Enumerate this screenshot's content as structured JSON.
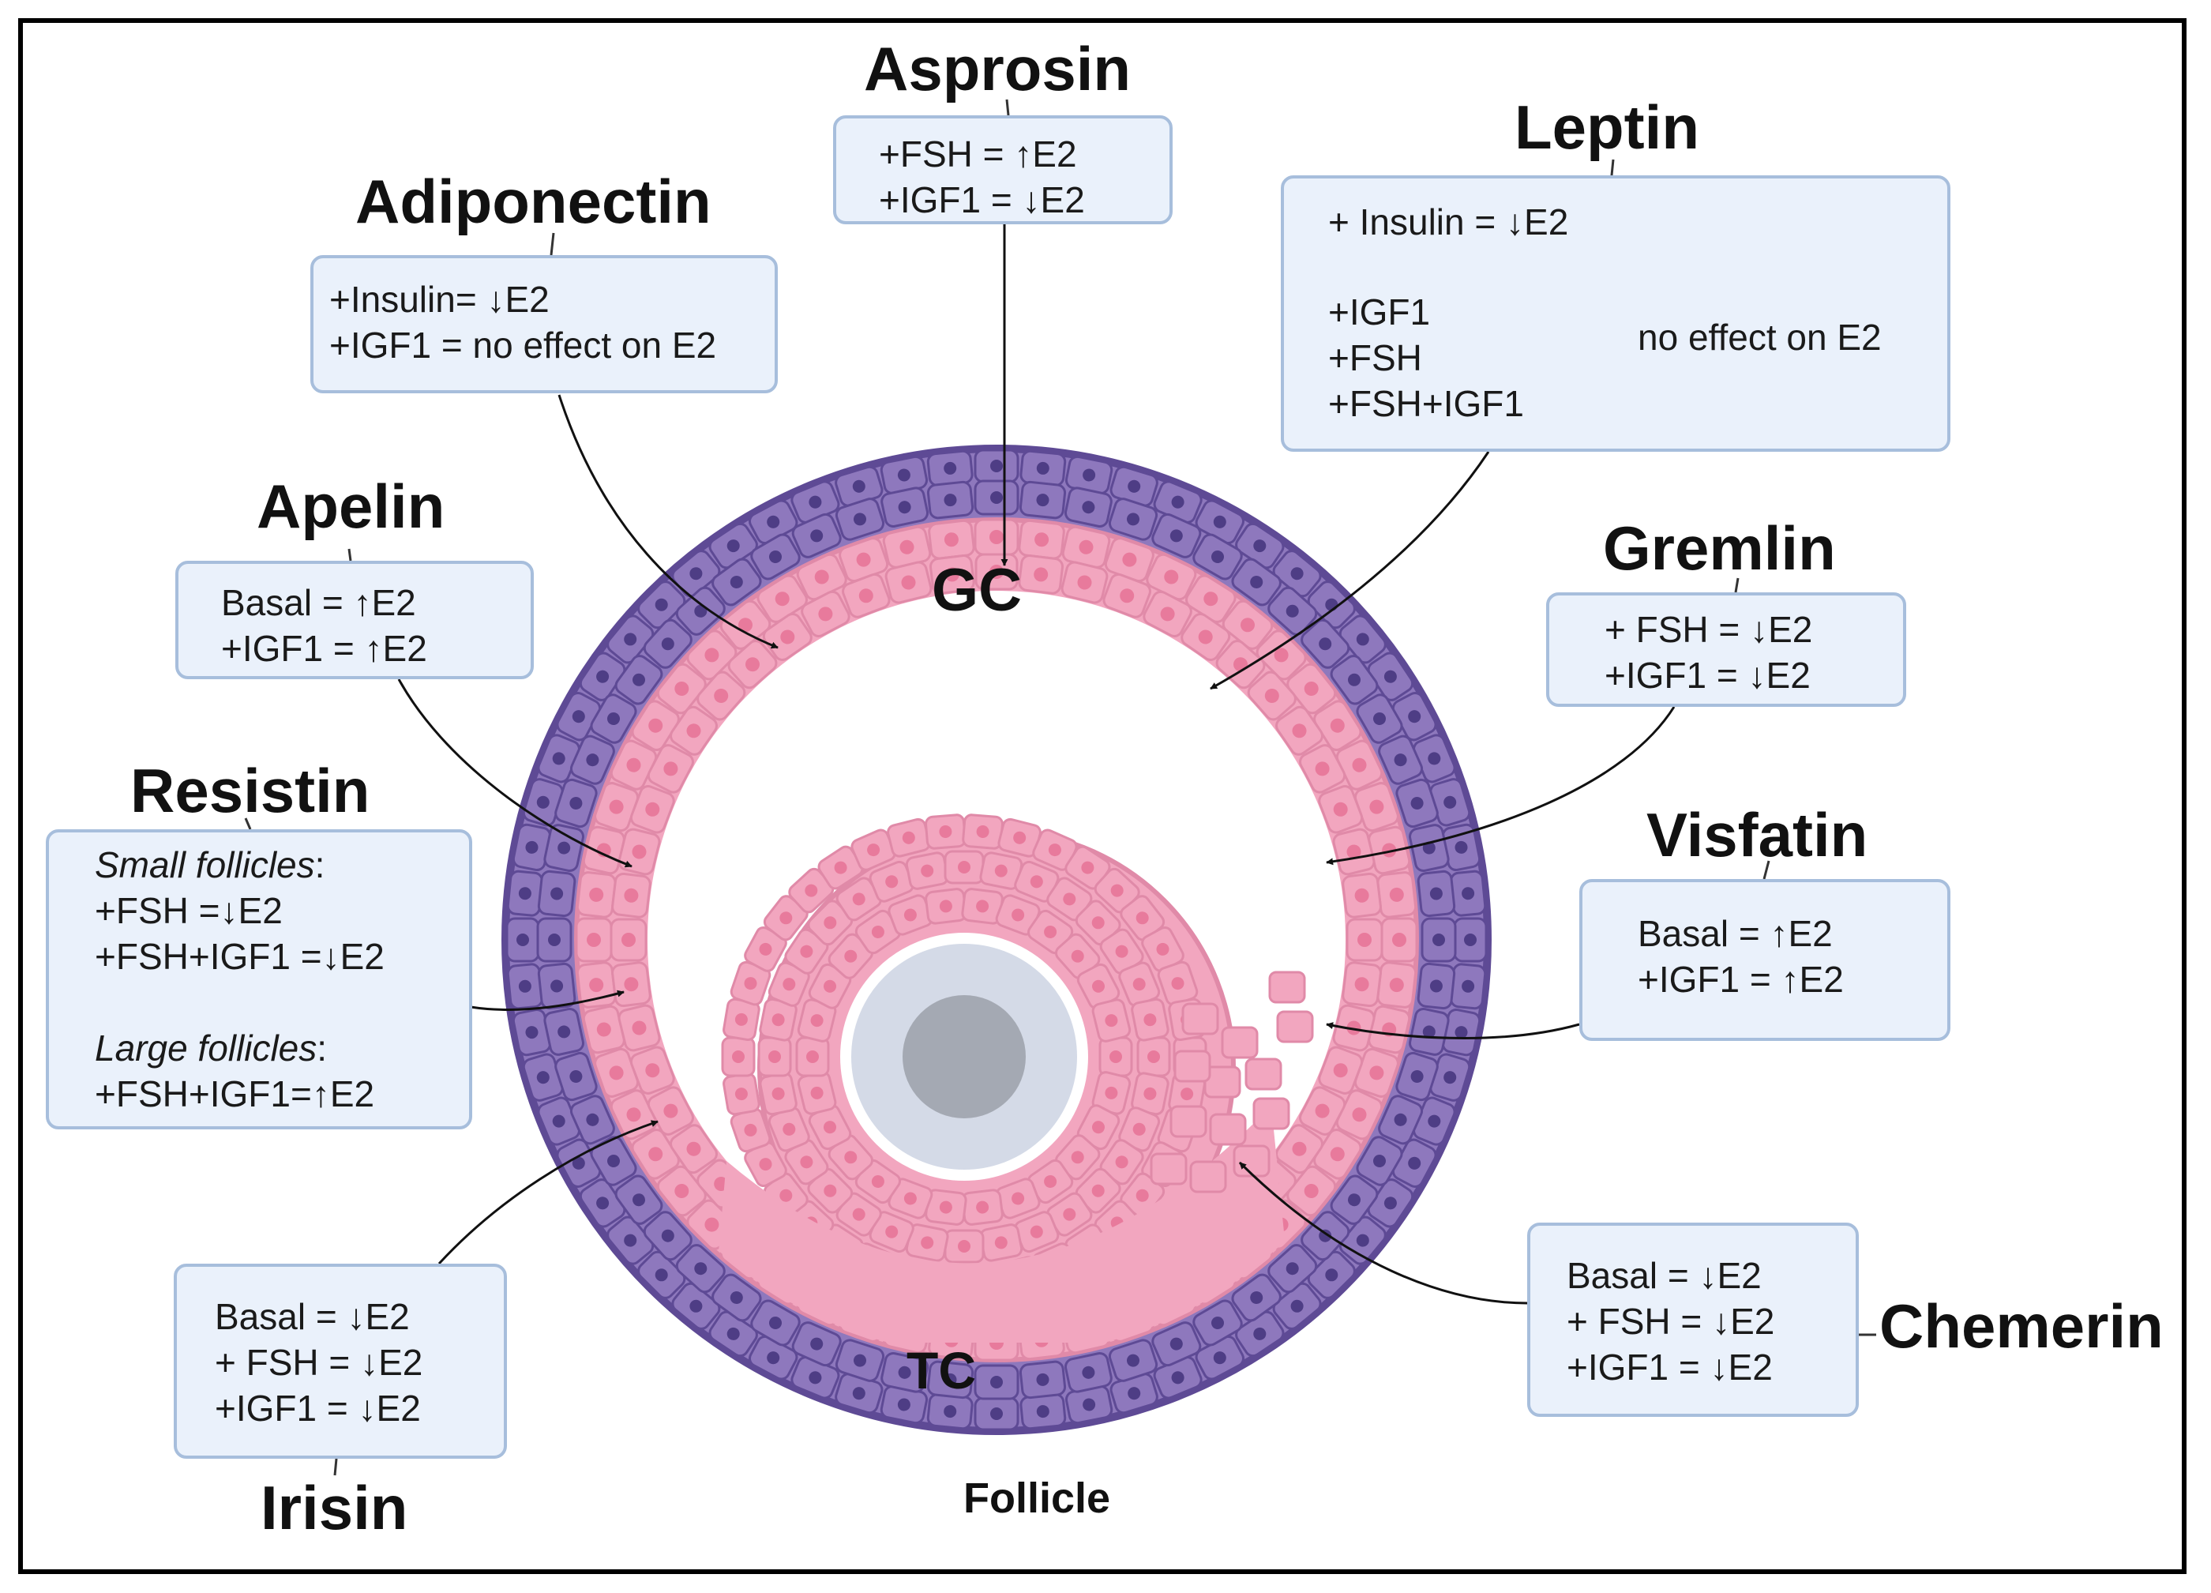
{
  "hormones": {
    "asprosin": {
      "title": "Asprosin",
      "lines": [
        "+FSH  = ↑E2",
        "+IGF1 = ↓E2"
      ]
    },
    "adiponectin": {
      "title": "Adiponectin",
      "lines": [
        "+Insulin= ↓E2",
        "+IGF1 = no effect on E2"
      ]
    },
    "leptin": {
      "title": "Leptin",
      "line1": "+ Insulin = ↓E2",
      "grouped": [
        "+IGF1",
        "+FSH",
        "+FSH+IGF1"
      ],
      "group_label": "no effect on E2"
    },
    "apelin": {
      "title": "Apelin",
      "lines": [
        "Basal  = ↑E2",
        "+IGF1 = ↑E2"
      ]
    },
    "gremlin": {
      "title": "Gremlin",
      "lines": [
        "+ FSH = ↓E2",
        "+IGF1 = ↓E2"
      ]
    },
    "resistin": {
      "title": "Resistin",
      "small_heading": "Small follicles",
      "small_suffix": ":",
      "small_lines": [
        "+FSH  =↓E2",
        "+FSH+IGF1 =↓E2"
      ],
      "large_heading": "Large follicles",
      "large_suffix": ":",
      "large_lines": [
        "+FSH+IGF1=↑E2"
      ]
    },
    "visfatin": {
      "title": "Visfatin",
      "lines": [
        "Basal  = ↑E2",
        "+IGF1 = ↑E2"
      ]
    },
    "irisin": {
      "title": "Irisin",
      "lines": [
        "Basal  = ↓E2",
        "+ FSH = ↓E2",
        "+IGF1 = ↓E2"
      ]
    },
    "chemerin": {
      "title": "Chemerin",
      "lines": [
        "Basal  = ↓E2",
        "+ FSH = ↓E2",
        "+IGF1 = ↓E2"
      ]
    }
  },
  "follicle": {
    "gc_label": "GC",
    "tc_label": "TC",
    "caption": "Follicle"
  },
  "colors": {
    "theca": "#8e78bd",
    "theca_dark": "#5e4a95",
    "granulosa": "#f2a6bf",
    "granulosa_dark": "#e08aa8",
    "nucleus": "#e87a9c",
    "box_fill": "#eaf1fb",
    "box_border": "#a7bedc",
    "oocyte": "#d4dae7",
    "oocyte_nucleus": "#a4a9b3"
  }
}
